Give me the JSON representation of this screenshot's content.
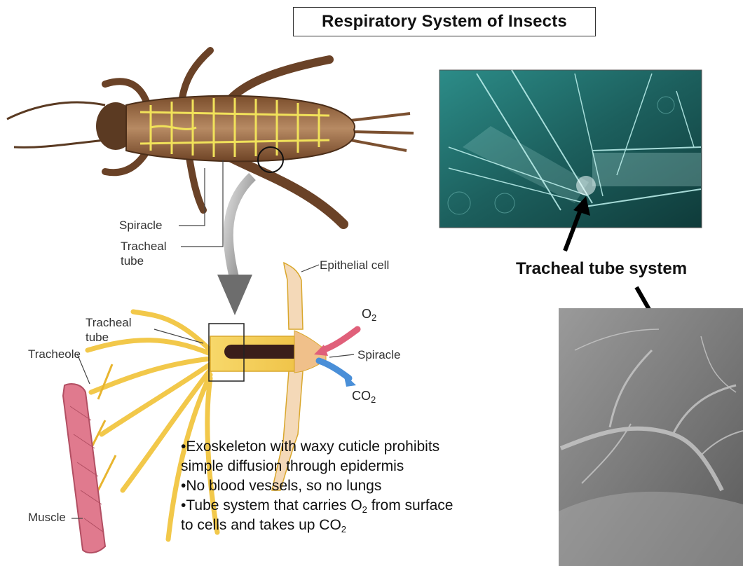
{
  "title": "Respiratory System of Insects",
  "labels": {
    "spiracle": "Spiracle",
    "tracheal_tube": "Tracheal",
    "tracheal_tube_2": "tube",
    "epithelial_cell": "Epithelial cell",
    "o2_base": "O",
    "o2_sub": "2",
    "spiracle_detail": "Spiracle",
    "co2_base": "CO",
    "co2_sub": "2",
    "tracheal_tube_detail": "Tracheal",
    "tracheal_tube_detail_2": "tube",
    "tracheole": "Tracheole",
    "muscle": "Muscle"
  },
  "caption": "Tracheal tube system",
  "bullets": {
    "b1_line1": "•Exoskeleton with waxy cuticle prohibits",
    "b1_line2": "simple diffusion through epidermis",
    "b2": "•No blood vessels, so no lungs",
    "b3_pre": "•Tube system that carries O",
    "b3_sub": "2",
    "b3_post": " from surface",
    "b3_line2_pre": "to cells and takes up CO",
    "b3_line2_sub": "2"
  },
  "colors": {
    "insect_body": "#8a5a35",
    "trachea": "#f1e25a",
    "tube_yellow": "#f3c945",
    "muscle": "#e07a8e",
    "o2_arrow": "#e0607a",
    "co2_arrow": "#4a8fd8",
    "photo_top": "#1f6d6a",
    "photo_bottom": "#7a7a7a"
  }
}
